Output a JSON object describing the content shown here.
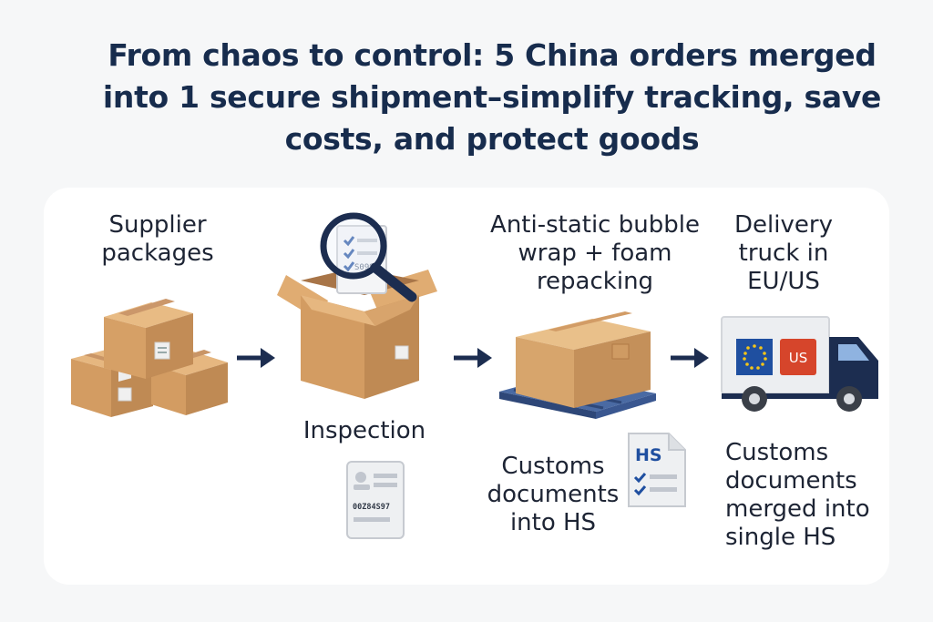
{
  "title": "From chaos to control: 5 China orders merged into 1 secure shipment–simplify tracking, save costs, and protect goods",
  "steps": {
    "supplier": {
      "label": "Supplier packages"
    },
    "inspection": {
      "label": "Inspection",
      "doc_code": "00Z84S97",
      "clipboard_code": "S0996"
    },
    "repacking": {
      "label": "Anti-static bubble wrap + foam repacking"
    },
    "customs_hs": {
      "label": "Customs documents into HS",
      "doc_tag": "HS"
    },
    "delivery": {
      "label": "Delivery truck in EU/US",
      "us_badge": "US"
    },
    "customs_merged": {
      "label": "Customs documents merged into single HS"
    }
  },
  "icons": [
    "stacked-boxes-icon",
    "open-box-icon",
    "magnifier-icon",
    "document-icon",
    "pallet-box-icon",
    "hs-document-icon",
    "truck-icon",
    "eu-flag-icon",
    "arrow-right-icon"
  ],
  "colors": {
    "title": "#172c4d",
    "box": "#d9a66e",
    "box_dark": "#b98654",
    "navy": "#1c2d50",
    "pallet": "#3d5a8f",
    "us_red": "#d6452b",
    "eu_blue": "#1f4fa0"
  }
}
